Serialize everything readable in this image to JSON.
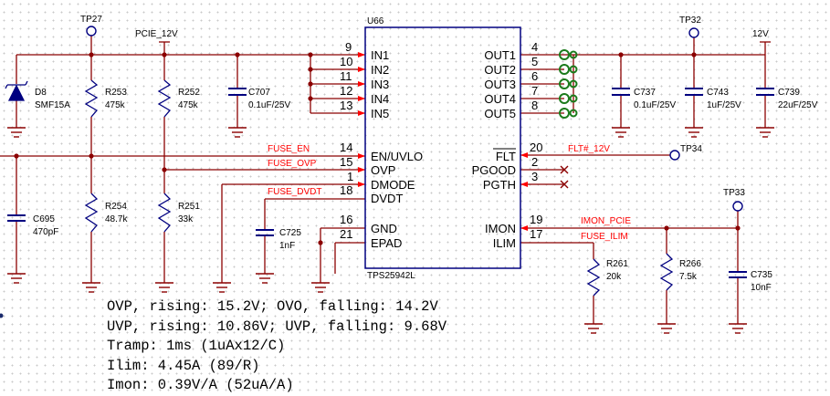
{
  "ic": {
    "ref": "U66",
    "part": "TPS25942L",
    "left_pins": [
      {
        "num": "9",
        "name": "IN1"
      },
      {
        "num": "10",
        "name": "IN2"
      },
      {
        "num": "11",
        "name": "IN3"
      },
      {
        "num": "12",
        "name": "IN4"
      },
      {
        "num": "13",
        "name": "IN5"
      },
      {
        "num": "14",
        "name": "EN/UVLO"
      },
      {
        "num": "15",
        "name": "OVP"
      },
      {
        "num": "1",
        "name": "DMODE"
      },
      {
        "num": "18",
        "name": "DVDT"
      },
      {
        "num": "16",
        "name": "GND"
      },
      {
        "num": "21",
        "name": "EPAD"
      }
    ],
    "right_pins": [
      {
        "num": "4",
        "name": "OUT1"
      },
      {
        "num": "5",
        "name": "OUT2"
      },
      {
        "num": "6",
        "name": "OUT3"
      },
      {
        "num": "7",
        "name": "OUT4"
      },
      {
        "num": "8",
        "name": "OUT5"
      },
      {
        "num": "20",
        "name": "FLT"
      },
      {
        "num": "2",
        "name": "PGOOD"
      },
      {
        "num": "3",
        "name": "PGTH"
      },
      {
        "num": "19",
        "name": "IMON"
      },
      {
        "num": "17",
        "name": "ILIM"
      }
    ]
  },
  "test_points": [
    "TP27",
    "TP32",
    "TP34",
    "TP33"
  ],
  "rails": {
    "pcie": "PCIE_12V",
    "out": "12V"
  },
  "nets": {
    "fuse_en": "FUSE_EN",
    "fuse_ovp": "FUSE_OVP",
    "fuse_dvdt": "FUSE_DVDT",
    "flt": "FLT#_12V",
    "imon": "IMON_PCIE",
    "ilim": "FUSE_ILIM"
  },
  "components": [
    {
      "ref": "D8",
      "value": "SMF15A"
    },
    {
      "ref": "R253",
      "value": "475k"
    },
    {
      "ref": "R252",
      "value": "475k"
    },
    {
      "ref": "C707",
      "value": "0.1uF/25V"
    },
    {
      "ref": "C695",
      "value": "470pF"
    },
    {
      "ref": "R254",
      "value": "48.7k"
    },
    {
      "ref": "R251",
      "value": "33k"
    },
    {
      "ref": "C725",
      "value": "1nF"
    },
    {
      "ref": "C737",
      "value": "0.1uF/25V"
    },
    {
      "ref": "C743",
      "value": "1uF/25V"
    },
    {
      "ref": "C739",
      "value": "22uF/25V"
    },
    {
      "ref": "R261",
      "value": "20k"
    },
    {
      "ref": "R266",
      "value": "7.5k"
    },
    {
      "ref": "C735",
      "value": "10nF"
    }
  ],
  "notes": [
    "OVP, rising: 15.2V; OVO, falling: 14.2V",
    "UVP, rising: 10.86V; UVP, falling: 9.68V",
    "Tramp: 1ms (1uAx12/C)",
    "Ilim: 4.45A (89/R)",
    "Imon: 0.39V/A (52uA/A)"
  ]
}
